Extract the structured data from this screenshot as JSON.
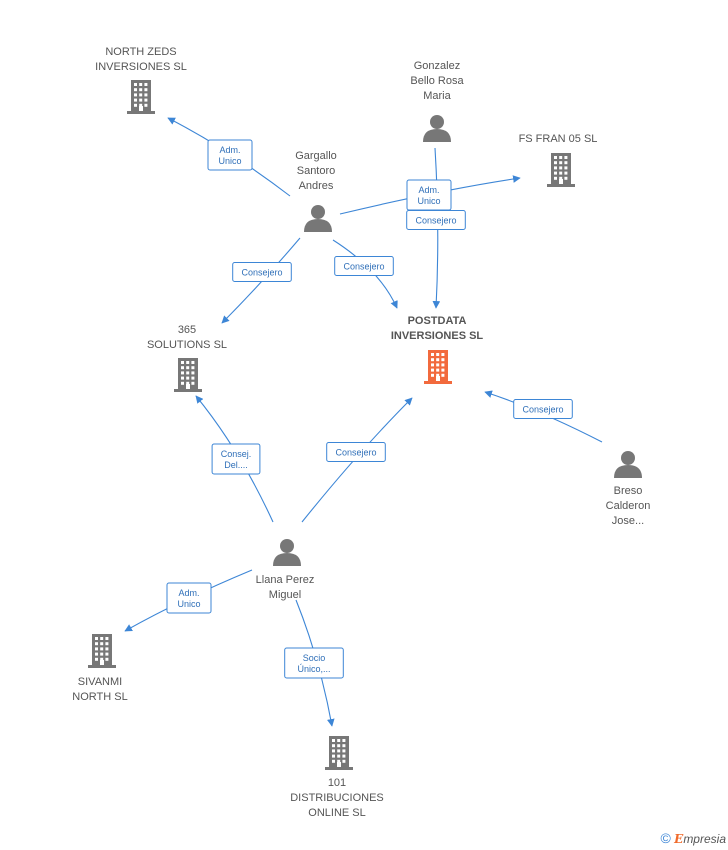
{
  "colors": {
    "edge": "#3d86d6",
    "node_gray": "#777777",
    "node_focus": "#f26a3d"
  },
  "nodes": [
    {
      "id": "north_zeds",
      "type": "company",
      "icon": "building-icon",
      "label": [
        "NORTH ZEDS",
        "INVERSIONES SL"
      ]
    },
    {
      "id": "gonzalez",
      "type": "person",
      "icon": "person-icon",
      "label": [
        "Gonzalez",
        "Bello Rosa",
        "Maria"
      ]
    },
    {
      "id": "fs_fran",
      "type": "company",
      "icon": "building-icon",
      "label": [
        "FS FRAN 05  SL"
      ]
    },
    {
      "id": "gargallo",
      "type": "person",
      "icon": "person-icon",
      "label": [
        "Gargallo",
        "Santoro",
        "Andres"
      ]
    },
    {
      "id": "postdata",
      "type": "company",
      "icon": "building-icon",
      "focus": true,
      "label": [
        "POSTDATA",
        "INVERSIONES SL"
      ]
    },
    {
      "id": "s365",
      "type": "company",
      "icon": "building-icon",
      "label": [
        "365",
        "SOLUTIONS SL"
      ]
    },
    {
      "id": "breso",
      "type": "person",
      "icon": "person-icon",
      "label": [
        "Breso",
        "Calderon",
        "Jose..."
      ]
    },
    {
      "id": "llana",
      "type": "person",
      "icon": "person-icon",
      "label": [
        "Llana Perez",
        "Miguel"
      ]
    },
    {
      "id": "sivanmi",
      "type": "company",
      "icon": "building-icon",
      "label": [
        "SIVANMI",
        "NORTH SL"
      ]
    },
    {
      "id": "dist101",
      "type": "company",
      "icon": "building-icon",
      "label": [
        "101",
        "DISTRIBUCIONES",
        "ONLINE  SL"
      ]
    }
  ],
  "edges": [
    {
      "id": "e1",
      "from": "gargallo",
      "to": "north_zeds",
      "label": [
        "Adm.",
        "Unico"
      ]
    },
    {
      "id": "e2",
      "from": "gargallo",
      "to": "fs_fran",
      "label": [
        "Adm.",
        "Unico"
      ]
    },
    {
      "id": "e3",
      "from": "gonzalez",
      "to": "postdata",
      "label": [
        "Consejero"
      ]
    },
    {
      "id": "e4",
      "from": "gargallo",
      "to": "s365",
      "label": [
        "Consejero"
      ]
    },
    {
      "id": "e5",
      "from": "gargallo",
      "to": "postdata",
      "label": [
        "Consejero"
      ]
    },
    {
      "id": "e6",
      "from": "breso",
      "to": "postdata",
      "label": [
        "Consejero"
      ]
    },
    {
      "id": "e7",
      "from": "llana",
      "to": "s365",
      "label": [
        "Consej.",
        "Del...."
      ]
    },
    {
      "id": "e8",
      "from": "llana",
      "to": "postdata",
      "label": [
        "Consejero"
      ]
    },
    {
      "id": "e9",
      "from": "llana",
      "to": "sivanmi",
      "label": [
        "Adm.",
        "Unico"
      ]
    },
    {
      "id": "e10",
      "from": "llana",
      "to": "dist101",
      "label": [
        "Socio",
        "Único,..."
      ]
    }
  ],
  "footer": {
    "copyright_symbol": "©",
    "brand_initial": "E",
    "brand_rest": "mpresia"
  }
}
